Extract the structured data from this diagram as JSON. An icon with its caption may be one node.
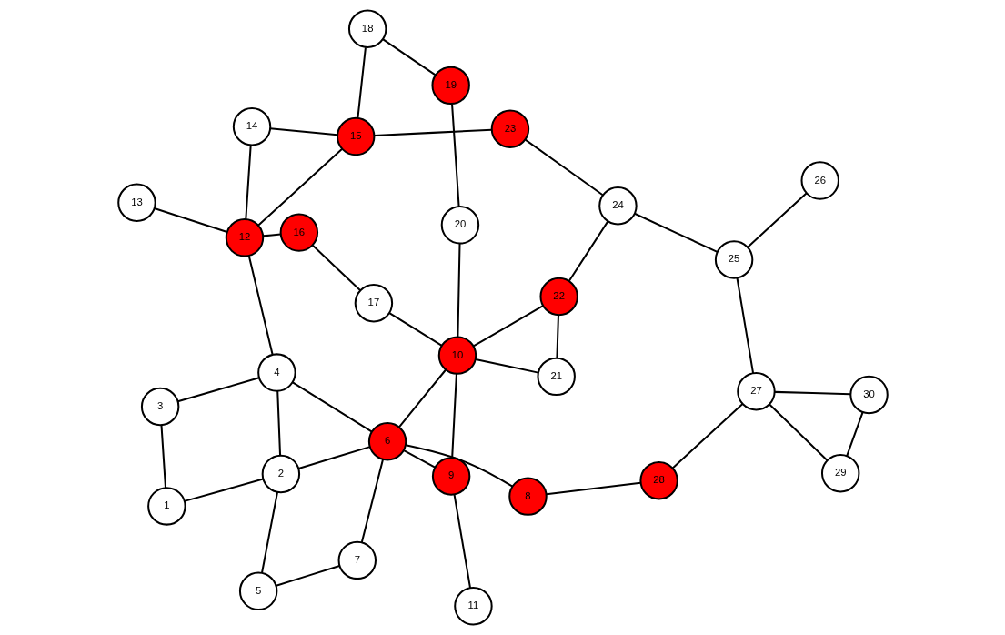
{
  "diagram": {
    "nodes": [
      {
        "text": [
          "1"
        ]
      },
      {
        "text": [
          "2"
        ]
      },
      {
        "text": [
          "3"
        ]
      },
      {
        "text": [
          "4"
        ]
      },
      {
        "text": [
          "5"
        ]
      },
      {
        "text": [
          "6"
        ]
      },
      {
        "text": [
          "7"
        ]
      },
      {
        "text": [
          "8"
        ]
      },
      {
        "text": [
          "9"
        ]
      },
      {
        "text": [
          "10"
        ]
      },
      {
        "text": [
          "11"
        ]
      },
      {
        "text": [
          "12"
        ]
      },
      {
        "text": [
          "13"
        ]
      },
      {
        "text": [
          "14"
        ]
      },
      {
        "text": [
          "15"
        ]
      },
      {
        "text": [
          "16"
        ]
      },
      {
        "text": [
          "17"
        ]
      },
      {
        "text": [
          "18"
        ]
      },
      {
        "text": [
          "19"
        ]
      },
      {
        "text": [
          "20"
        ]
      },
      {
        "text": [
          "21"
        ]
      },
      {
        "text": [
          "22"
        ]
      },
      {
        "text": [
          "23"
        ]
      },
      {
        "text": [
          "24"
        ]
      },
      {
        "text": [
          "25"
        ]
      },
      {
        "text": [
          "26"
        ]
      },
      {
        "text": [
          "27"
        ]
      },
      {
        "text": [
          "28"
        ]
      },
      {
        "text": [
          "29"
        ]
      },
      {
        "text": [
          "30"
        ]
      }
    ],
    "edges": [
      {
        "from": 7,
        "to": 5,
        "arrow": "none"
      },
      {
        "from": 7,
        "to": 27,
        "arrow": "none"
      },
      {
        "from": 27,
        "to": 26,
        "arrow": "none"
      },
      {
        "from": 28,
        "to": 26,
        "arrow": "none"
      },
      {
        "from": 28,
        "to": 29,
        "arrow": "none"
      },
      {
        "from": 26,
        "to": 29,
        "arrow": "none"
      },
      {
        "from": 26,
        "to": 24,
        "arrow": "none"
      },
      {
        "from": 24,
        "to": 25,
        "arrow": "none"
      },
      {
        "from": 24,
        "to": 23,
        "arrow": "none"
      },
      {
        "from": 23,
        "to": 22,
        "arrow": "none"
      },
      {
        "from": 23,
        "to": 21,
        "arrow": "none"
      },
      {
        "from": 6,
        "to": 5,
        "arrow": "none"
      },
      {
        "from": 6,
        "to": 4,
        "arrow": "none"
      },
      {
        "from": 5,
        "to": 1,
        "arrow": "none"
      },
      {
        "from": 5,
        "to": 3,
        "arrow": "none"
      },
      {
        "from": 5,
        "to": 8,
        "arrow": "none"
      },
      {
        "from": 5,
        "to": 9,
        "arrow": "none"
      },
      {
        "from": 4,
        "to": 1,
        "arrow": "none"
      },
      {
        "from": 1,
        "to": 3,
        "arrow": "none"
      },
      {
        "from": 1,
        "to": 0,
        "arrow": "none"
      },
      {
        "from": 3,
        "to": 2,
        "arrow": "none"
      },
      {
        "from": 0,
        "to": 2,
        "arrow": "none"
      },
      {
        "from": 3,
        "to": 11,
        "arrow": "none"
      },
      {
        "from": 15,
        "to": 11,
        "arrow": "none"
      },
      {
        "from": 15,
        "to": 16,
        "arrow": "none"
      },
      {
        "from": 16,
        "to": 9,
        "arrow": "none"
      },
      {
        "from": 11,
        "to": 13,
        "arrow": "none"
      },
      {
        "from": 11,
        "to": 12,
        "arrow": "none"
      },
      {
        "from": 11,
        "to": 14,
        "arrow": "none"
      },
      {
        "from": 13,
        "to": 14,
        "arrow": "none"
      },
      {
        "from": 14,
        "to": 17,
        "arrow": "none"
      },
      {
        "from": 14,
        "to": 22,
        "arrow": "none"
      },
      {
        "from": 17,
        "to": 18,
        "arrow": "none"
      },
      {
        "from": 18,
        "to": 19,
        "arrow": "none"
      },
      {
        "from": 19,
        "to": 9,
        "arrow": "none"
      },
      {
        "from": 8,
        "to": 10,
        "arrow": "none"
      },
      {
        "from": 8,
        "to": 9,
        "arrow": "none"
      },
      {
        "from": 9,
        "to": 21,
        "arrow": "none"
      },
      {
        "from": 9,
        "to": 20,
        "arrow": "none"
      },
      {
        "from": 20,
        "to": 21,
        "arrow": "none"
      }
    ]
  }
}
